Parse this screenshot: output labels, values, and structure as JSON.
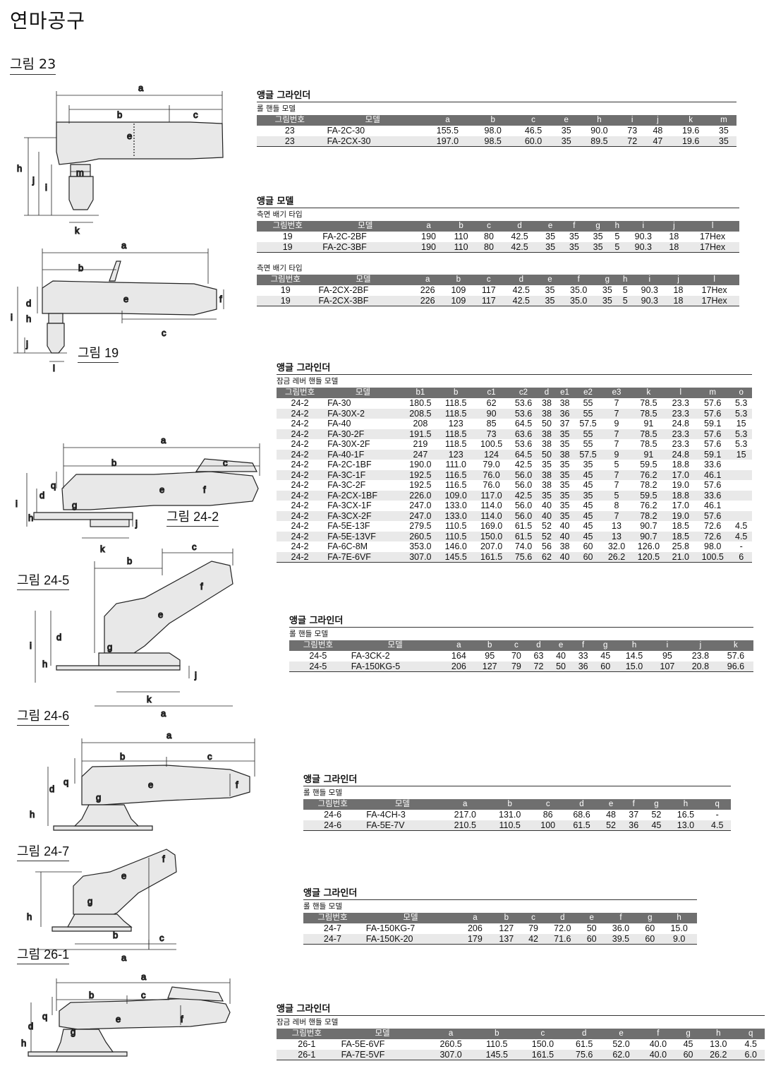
{
  "page_title": "연마공구",
  "section_label": "그림 23",
  "figures": {
    "fig19": "그림 19",
    "fig24_2": "그림 24-2",
    "fig24_5": "그림 24-5",
    "fig24_6": "그림 24-6",
    "fig24_7": "그림 24-7",
    "fig26_1": "그림 26-1"
  },
  "dims": {
    "a": "a",
    "b": "b",
    "c": "c",
    "d": "d",
    "e": "e",
    "f": "f",
    "g": "g",
    "h": "h",
    "i": "i",
    "j": "j",
    "k": "k",
    "l": "l",
    "m": "m",
    "q": "q"
  },
  "tables": {
    "t23": {
      "title": "앵글 그라인더",
      "subtitle": "롤 핸들 모델",
      "headers": [
        "그림번호",
        "모델",
        "a",
        "b",
        "c",
        "e",
        "h",
        "i",
        "j",
        "k",
        "m"
      ],
      "rows": [
        [
          "23",
          "FA-2C-30",
          "155.5",
          "98.0",
          "46.5",
          "35",
          "90.0",
          "73",
          "48",
          "19.6",
          "35"
        ],
        [
          "23",
          "FA-2CX-30",
          "197.0",
          "98.5",
          "60.0",
          "35",
          "89.5",
          "72",
          "47",
          "19.6",
          "35"
        ]
      ]
    },
    "t19": {
      "title": "앵글 모델",
      "subtitle1": "측면 배기 타입",
      "headers": [
        "그림번호",
        "모델",
        "a",
        "b",
        "c",
        "d",
        "e",
        "f",
        "g",
        "h",
        "i",
        "j",
        "l"
      ],
      "rows1": [
        [
          "19",
          "FA-2C-2BF",
          "190",
          "110",
          "80",
          "42.5",
          "35",
          "35",
          "35",
          "5",
          "90.3",
          "18",
          "17Hex"
        ],
        [
          "19",
          "FA-2C-3BF",
          "190",
          "110",
          "80",
          "42.5",
          "35",
          "35",
          "35",
          "5",
          "90.3",
          "18",
          "17Hex"
        ]
      ],
      "subtitle2": "측면 배기 타입",
      "rows2": [
        [
          "19",
          "FA-2CX-2BF",
          "226",
          "109",
          "117",
          "42.5",
          "35",
          "35.0",
          "35",
          "5",
          "90.3",
          "18",
          "17Hex"
        ],
        [
          "19",
          "FA-2CX-3BF",
          "226",
          "109",
          "117",
          "42.5",
          "35",
          "35.0",
          "35",
          "5",
          "90.3",
          "18",
          "17Hex"
        ]
      ]
    },
    "t24_2": {
      "title": "앵글 그라인더",
      "subtitle": "잠금 레버 핸들 모델",
      "headers": [
        "그림번호",
        "모델",
        "b1",
        "b",
        "c1",
        "c2",
        "d",
        "e1",
        "e2",
        "e3",
        "k",
        "l",
        "m",
        "o"
      ],
      "rows": [
        [
          "24-2",
          "FA-30",
          "180.5",
          "118.5",
          "62",
          "53.6",
          "38",
          "38",
          "55",
          "7",
          "78.5",
          "23.3",
          "57.6",
          "5.3"
        ],
        [
          "24-2",
          "FA-30X-2",
          "208.5",
          "118.5",
          "90",
          "53.6",
          "38",
          "36",
          "55",
          "7",
          "78.5",
          "23.3",
          "57.6",
          "5.3"
        ],
        [
          "24-2",
          "FA-40",
          "208",
          "123",
          "85",
          "64.5",
          "50",
          "37",
          "57.5",
          "9",
          "91",
          "24.8",
          "59.1",
          "15"
        ],
        [
          "24-2",
          "FA-30-2F",
          "191.5",
          "118.5",
          "73",
          "63.6",
          "38",
          "35",
          "55",
          "7",
          "78.5",
          "23.3",
          "57.6",
          "5.3"
        ],
        [
          "24-2",
          "FA-30X-2F",
          "219",
          "118.5",
          "100.5",
          "53.6",
          "38",
          "35",
          "55",
          "7",
          "78.5",
          "23.3",
          "57.6",
          "5.3"
        ],
        [
          "24-2",
          "FA-40-1F",
          "247",
          "123",
          "124",
          "64.5",
          "50",
          "38",
          "57.5",
          "9",
          "91",
          "24.8",
          "59.1",
          "15"
        ],
        [
          "24-2",
          "FA-2C-1BF",
          "190.0",
          "111.0",
          "79.0",
          "42.5",
          "35",
          "35",
          "35",
          "5",
          "59.5",
          "18.8",
          "33.6",
          ""
        ],
        [
          "24-2",
          "FA-3C-1F",
          "192.5",
          "116.5",
          "76.0",
          "56.0",
          "38",
          "35",
          "45",
          "7",
          "76.2",
          "17.0",
          "46.1",
          ""
        ],
        [
          "24-2",
          "FA-3C-2F",
          "192.5",
          "116.5",
          "76.0",
          "56.0",
          "38",
          "35",
          "45",
          "7",
          "78.2",
          "19.0",
          "57.6",
          ""
        ],
        [
          "24-2",
          "FA-2CX-1BF",
          "226.0",
          "109.0",
          "117.0",
          "42.5",
          "35",
          "35",
          "35",
          "5",
          "59.5",
          "18.8",
          "33.6",
          ""
        ],
        [
          "24-2",
          "FA-3CX-1F",
          "247.0",
          "133.0",
          "114.0",
          "56.0",
          "40",
          "35",
          "45",
          "8",
          "76.2",
          "17.0",
          "46.1",
          ""
        ],
        [
          "24-2",
          "FA-3CX-2F",
          "247.0",
          "133.0",
          "114.0",
          "56.0",
          "40",
          "35",
          "45",
          "7",
          "78.2",
          "19.0",
          "57.6",
          ""
        ],
        [
          "24-2",
          "FA-5E-13F",
          "279.5",
          "110.5",
          "169.0",
          "61.5",
          "52",
          "40",
          "45",
          "13",
          "90.7",
          "18.5",
          "72.6",
          "4.5"
        ],
        [
          "24-2",
          "FA-5E-13VF",
          "260.5",
          "110.5",
          "150.0",
          "61.5",
          "52",
          "40",
          "45",
          "13",
          "90.7",
          "18.5",
          "72.6",
          "4.5"
        ],
        [
          "24-2",
          "FA-6C-8M",
          "353.0",
          "146.0",
          "207.0",
          "74.0",
          "56",
          "38",
          "60",
          "32.0",
          "126.0",
          "25.8",
          "98.0",
          "-"
        ],
        [
          "24-2",
          "FA-7E-6VF",
          "307.0",
          "145.5",
          "161.5",
          "75.6",
          "62",
          "40",
          "60",
          "26.2",
          "120.5",
          "21.0",
          "100.5",
          "6"
        ]
      ]
    },
    "t24_5": {
      "title": "앵글 그라인더",
      "subtitle": "롤 핸들 모델",
      "headers": [
        "그림번호",
        "모델",
        "a",
        "b",
        "c",
        "d",
        "e",
        "f",
        "g",
        "h",
        "i",
        "j",
        "k"
      ],
      "rows": [
        [
          "24-5",
          "FA-3CK-2",
          "164",
          "95",
          "70",
          "63",
          "40",
          "33",
          "45",
          "14.5",
          "95",
          "23.8",
          "57.6"
        ],
        [
          "24-5",
          "FA-150KG-5",
          "206",
          "127",
          "79",
          "72",
          "50",
          "36",
          "60",
          "15.0",
          "107",
          "20.8",
          "96.6"
        ]
      ]
    },
    "t24_6": {
      "title": "앵글 그라인더",
      "subtitle": "롤 핸들 모델",
      "headers": [
        "그림번호",
        "모델",
        "a",
        "b",
        "c",
        "d",
        "e",
        "f",
        "g",
        "h",
        "q"
      ],
      "rows": [
        [
          "24-6",
          "FA-4CH-3",
          "217.0",
          "131.0",
          "86",
          "68.6",
          "48",
          "37",
          "52",
          "16.5",
          "-"
        ],
        [
          "24-6",
          "FA-5E-7V",
          "210.5",
          "110.5",
          "100",
          "61.5",
          "52",
          "36",
          "45",
          "13.0",
          "4.5"
        ]
      ]
    },
    "t24_7": {
      "title": "앵글 그라인더",
      "subtitle": "롤 핸들 모델",
      "headers": [
        "그림번호",
        "모델",
        "a",
        "b",
        "c",
        "d",
        "e",
        "f",
        "g",
        "h"
      ],
      "rows": [
        [
          "24-7",
          "FA-150KG-7",
          "206",
          "127",
          "79",
          "72.0",
          "50",
          "36.0",
          "60",
          "15.0"
        ],
        [
          "24-7",
          "FA-150K-20",
          "179",
          "137",
          "42",
          "71.6",
          "60",
          "39.5",
          "60",
          "9.0"
        ]
      ]
    },
    "t26_1": {
      "title": "앵글 그라인더",
      "subtitle": "잠금 레버 핸들 모델",
      "headers": [
        "그림번호",
        "모델",
        "a",
        "b",
        "c",
        "d",
        "e",
        "f",
        "g",
        "h",
        "q"
      ],
      "rows": [
        [
          "26-1",
          "FA-5E-6VF",
          "260.5",
          "110.5",
          "150.0",
          "61.5",
          "52.0",
          "40.0",
          "45",
          "13.0",
          "4.5"
        ],
        [
          "26-1",
          "FA-7E-5VF",
          "307.0",
          "145.5",
          "161.5",
          "75.6",
          "62.0",
          "40.0",
          "60",
          "26.2",
          "6.0"
        ]
      ]
    }
  }
}
